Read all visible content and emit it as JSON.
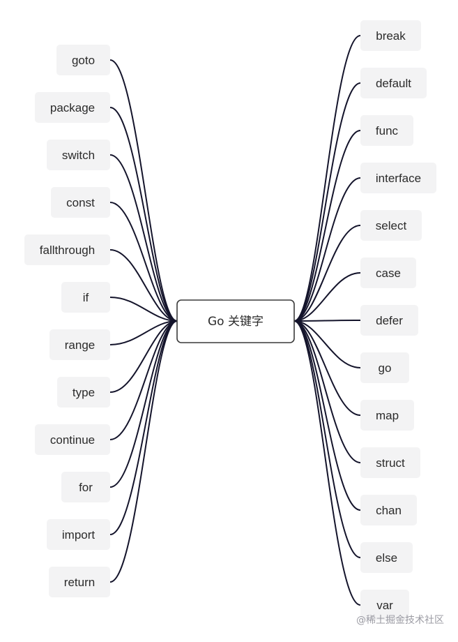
{
  "center": {
    "label": "Go 关键字"
  },
  "left_keywords": [
    "goto",
    "package",
    "switch",
    "const",
    "fallthrough",
    "if",
    "range",
    "type",
    "continue",
    "for",
    "import",
    "return"
  ],
  "right_keywords": [
    "break",
    "default",
    "func",
    "interface",
    "select",
    "case",
    "defer",
    "go",
    "map",
    "struct",
    "chan",
    "else",
    "var"
  ],
  "watermark": "@稀土掘金技术社区",
  "colors": {
    "edge": "#14142b",
    "leaf_fill": "#f3f3f4",
    "center_border": "#3a3a3a",
    "text": "#2b2b2b"
  }
}
